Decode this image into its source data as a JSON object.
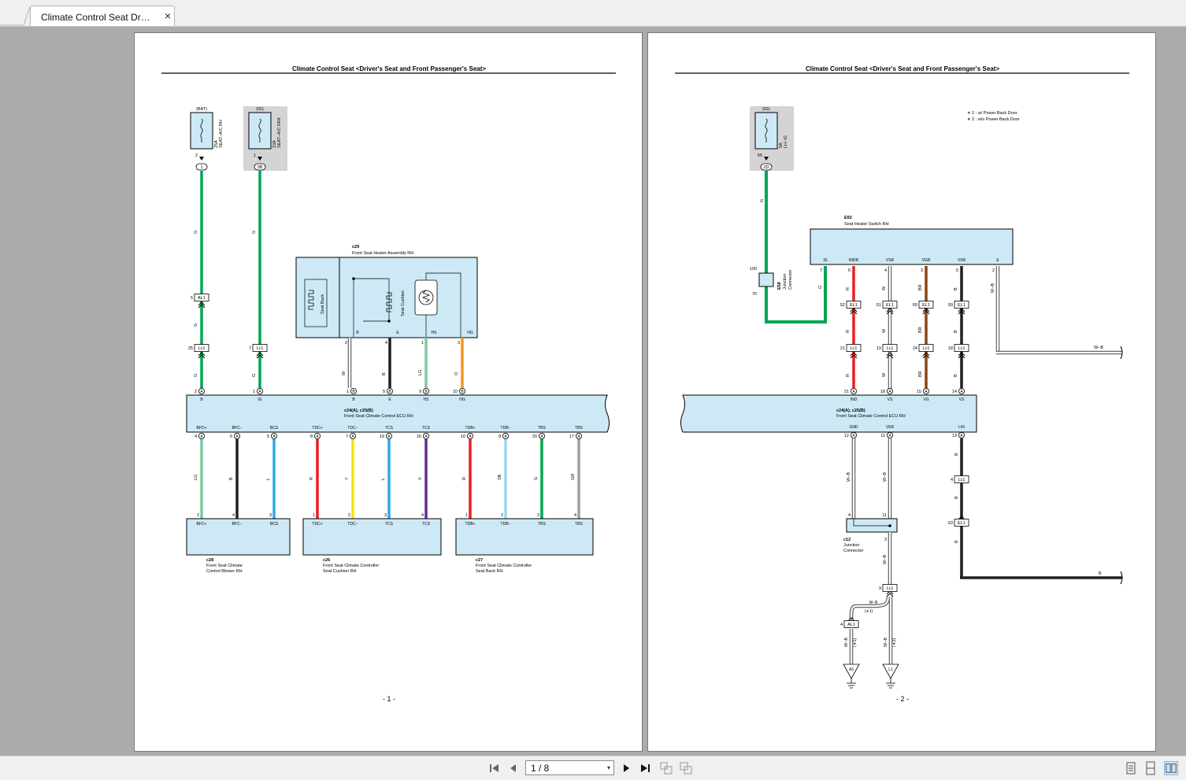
{
  "tab": {
    "title": "Climate Control Seat Dr…",
    "close": "×"
  },
  "nav": {
    "page_indicator": "1 / 8",
    "dropdown_icon": "▾"
  },
  "icons": {
    "first": "first-page-icon",
    "prev": "prev-page-icon",
    "next": "next-page-icon",
    "last": "last-page-icon",
    "rotate_ccw": "rotate-ccw-icon",
    "rotate_cw": "rotate-cw-icon",
    "single_page": "single-page-view-icon",
    "continuous": "continuous-view-icon",
    "two_page": "two-page-view-icon"
  },
  "wire_colors": {
    "G": "#00a651",
    "R": "#ed1c24",
    "W": "#ffffff",
    "BR": "#8b4513",
    "B": "#231f20",
    "LG": "#7dc99a",
    "O": "#f7941d",
    "L": "#29abe2",
    "Y": "#f5e400",
    "V": "#662d91",
    "SB": "#9fd6f2",
    "GR": "#9e9e9e",
    "box": "#cde9f6",
    "fuse_box": "#d4d4d4"
  },
  "page1": {
    "header": "Climate Control Seat <Driver's Seat and Front Passenger's Seat>",
    "footer": "- 1 -",
    "fuse_bat": {
      "src": "(BAT)",
      "amp": "25A",
      "name": "SEAT−A/C RH",
      "pin": "2",
      "conn": "1"
    },
    "fuse_ig": {
      "src": "(IG)",
      "amp": "10A",
      "name": "SEAT−A/C FAN",
      "pin": "1",
      "conn": "3B"
    },
    "al1": {
      "pin": "5",
      "name": "AL1"
    },
    "lc1_a": {
      "pin": "25",
      "name": "Lc1"
    },
    "lc1_b": {
      "pin": "7",
      "name": "Lc1"
    },
    "heater": {
      "code": "c29",
      "title": "Front Seat Heater Assembly RH",
      "back": "Seat Back",
      "cushion": "Seat Cushion",
      "terms": [
        "B",
        "E",
        "HS",
        "HG"
      ],
      "pins": [
        "2",
        "4",
        "1",
        "3"
      ],
      "wires": [
        "W",
        "B",
        "LG",
        "O"
      ]
    },
    "ecu": {
      "code": "c24(A), c25(B)",
      "title": "Front Seat Climate Control ECU RH",
      "top_pins": [
        {
          "pin": "2",
          "conn": "A",
          "term": "B",
          "wire": "G"
        },
        {
          "pin": "1",
          "conn": "A",
          "term": "IG",
          "wire": "G"
        },
        {
          "pin": "1",
          "conn": "B",
          "term": "B",
          "wire": "W"
        },
        {
          "pin": "5",
          "conn": "B",
          "term": "E",
          "wire": "B"
        },
        {
          "pin": "9",
          "conn": "B",
          "term": "HS",
          "wire": "LG"
        },
        {
          "pin": "10",
          "conn": "B",
          "term": "HG",
          "wire": "O"
        }
      ],
      "bottom_pins": [
        {
          "pin": "4",
          "term": "BFC+",
          "wire": "LG",
          "dpin": "2"
        },
        {
          "pin": "6",
          "term": "BFC−",
          "wire": "B",
          "dpin": "4"
        },
        {
          "pin": "5",
          "term": "BCS",
          "wire": "L",
          "dpin": "3"
        },
        {
          "pin": "8",
          "term": "TDC+",
          "wire": "R",
          "dpin": "1"
        },
        {
          "pin": "7",
          "term": "TDC−",
          "wire": "Y",
          "dpin": "2"
        },
        {
          "pin": "19",
          "term": "TCS",
          "wire": "L",
          "dpin": "3"
        },
        {
          "pin": "16",
          "term": "TCS",
          "wire": "V",
          "dpin": "4"
        },
        {
          "pin": "10",
          "term": "TDB+",
          "wire": "R",
          "dpin": "1"
        },
        {
          "pin": "9",
          "term": "TDB−",
          "wire": "SB",
          "dpin": "2"
        },
        {
          "pin": "20",
          "term": "TBS",
          "wire": "G",
          "dpin": "3"
        },
        {
          "pin": "17",
          "term": "TBS",
          "wire": "GR",
          "dpin": "4"
        }
      ],
      "conn_letter": "A"
    },
    "blower": {
      "code": "c28",
      "title1": "Front Seat Climate",
      "title2": "Control Blower RH",
      "terms": [
        "BFC+",
        "BFC−",
        "BCS"
      ]
    },
    "cushion_ctrl": {
      "code": "c26",
      "title1": "Front Seat Climate Controller",
      "title2": "Seat Cushion RH",
      "terms": [
        "TDC+",
        "TDC−",
        "TCS",
        "TCS"
      ]
    },
    "back_ctrl": {
      "code": "c27",
      "title1": "Front Seat Climate Controller",
      "title2": "Seat Back RH",
      "terms": [
        "TDB+",
        "TDB−",
        "TBS",
        "TBS"
      ]
    }
  },
  "page2": {
    "header": "Climate Control Seat <Driver's Seat and Front Passenger's Seat>",
    "footer": "- 2 -",
    "notes": [
      "∗ 1 : w/ Power Back Door",
      "∗ 2 : w/o Power Back Door"
    ],
    "fuse_ig": {
      "src": "(IG)",
      "amp": "5A",
      "name": "LH−IG",
      "pin": "55",
      "conn": "2D"
    },
    "junction_e58": {
      "code": "E58",
      "title1": "Junction",
      "title2": "Connector",
      "pin_top": "100",
      "pin_bottom": "70"
    },
    "switch": {
      "code": "E92",
      "title": "Seat Heater Switch RH",
      "terms": [
        {
          "term": "IG",
          "pin": "7",
          "wire": "G"
        },
        {
          "term": "INDR",
          "pin": "6",
          "wire": "R"
        },
        {
          "term": "VSR",
          "pin": "4",
          "wire": "W"
        },
        {
          "term": "VGR",
          "pin": "3",
          "wire": "BR"
        },
        {
          "term": "VSR",
          "pin": "5",
          "wire": "B"
        },
        {
          "term": "E",
          "pin": "2",
          "wire": "W−B"
        }
      ]
    },
    "el1_pins": [
      "52",
      "51",
      "60",
      "59"
    ],
    "el1_name": "EL1",
    "lc1_pins": [
      "21",
      "19",
      "24",
      "18"
    ],
    "lc1_name": "Lc1",
    "ecu": {
      "code": "c24(A), c25(B)",
      "title": "Front Seat Climate Control ECU RH",
      "top_pins": [
        {
          "pin": "21",
          "term": "IND"
        },
        {
          "pin": "18",
          "term": "VS"
        },
        {
          "pin": "15",
          "term": "VG"
        },
        {
          "pin": "14",
          "term": "VS"
        }
      ],
      "bottom_pins": [
        {
          "pin": "12",
          "term": "GND"
        },
        {
          "pin": "11",
          "term": "VER"
        },
        {
          "pin": "13",
          "term": "LIN"
        }
      ],
      "conn_letter": "A"
    },
    "wb_label": "W−B",
    "b_label": "B",
    "lin_connectors": [
      {
        "pin": "4",
        "name": "Lc1"
      },
      {
        "pin": "63",
        "name": "EL1"
      }
    ],
    "junction_c12": {
      "code": "c12",
      "title1": "Junction",
      "title2": "Connector",
      "pin_left": "4",
      "pin_right": "11",
      "pin_bottom": "3"
    },
    "lc1_bottom": {
      "pin": "9",
      "name": "Lc1"
    },
    "al1_bottom": {
      "pin": "4",
      "name": "AL1"
    },
    "note1": "(∗1)",
    "note2": "(∗2)",
    "grounds": [
      "A3",
      "L1"
    ]
  }
}
